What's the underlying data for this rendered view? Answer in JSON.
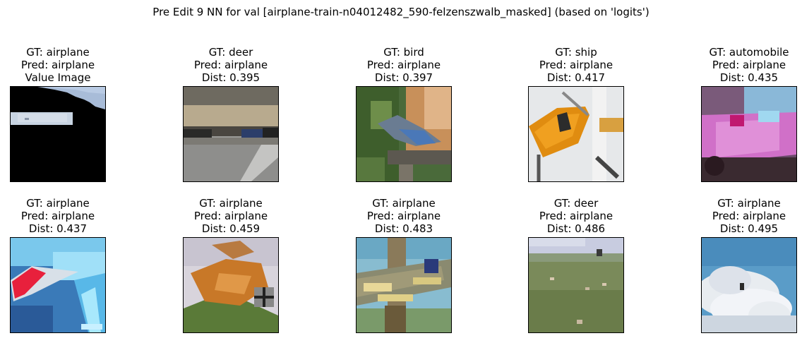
{
  "figure": {
    "title": "Pre Edit 9 NN for val [airplane-train-n04012482_590-felzenszwalb_masked] (based on 'logits')"
  },
  "panels": [
    {
      "gt": "GT: airplane",
      "pred": "Pred: airplane",
      "extra": "Value Image",
      "image": "masked-airplane-sky"
    },
    {
      "gt": "GT: deer",
      "pred": "Pred: airplane",
      "extra": "Dist: 0.395",
      "image": "road-scene"
    },
    {
      "gt": "GT: bird",
      "pred": "Pred: airplane",
      "extra": "Dist: 0.397",
      "image": "blue-jay-on-feeder"
    },
    {
      "gt": "GT: ship",
      "pred": "Pred: airplane",
      "extra": "Dist: 0.417",
      "image": "orange-boat-hull"
    },
    {
      "gt": "GT: automobile",
      "pred": "Pred: airplane",
      "extra": "Dist: 0.435",
      "image": "pink-car-blur"
    },
    {
      "gt": "GT: airplane",
      "pred": "Pred: airplane",
      "extra": "Dist: 0.437",
      "image": "red-jet-blue-sky"
    },
    {
      "gt": "GT: airplane",
      "pred": "Pred: airplane",
      "extra": "Dist: 0.459",
      "image": "orange-biplane"
    },
    {
      "gt": "GT: airplane",
      "pred": "Pred: airplane",
      "extra": "Dist: 0.483",
      "image": "plane-wing-closeup"
    },
    {
      "gt": "GT: deer",
      "pred": "Pred: airplane",
      "extra": "Dist: 0.486",
      "image": "grassy-field"
    },
    {
      "gt": "GT: airplane",
      "pred": "Pred: airplane",
      "extra": "Dist: 0.495",
      "image": "plane-in-clouds"
    }
  ]
}
